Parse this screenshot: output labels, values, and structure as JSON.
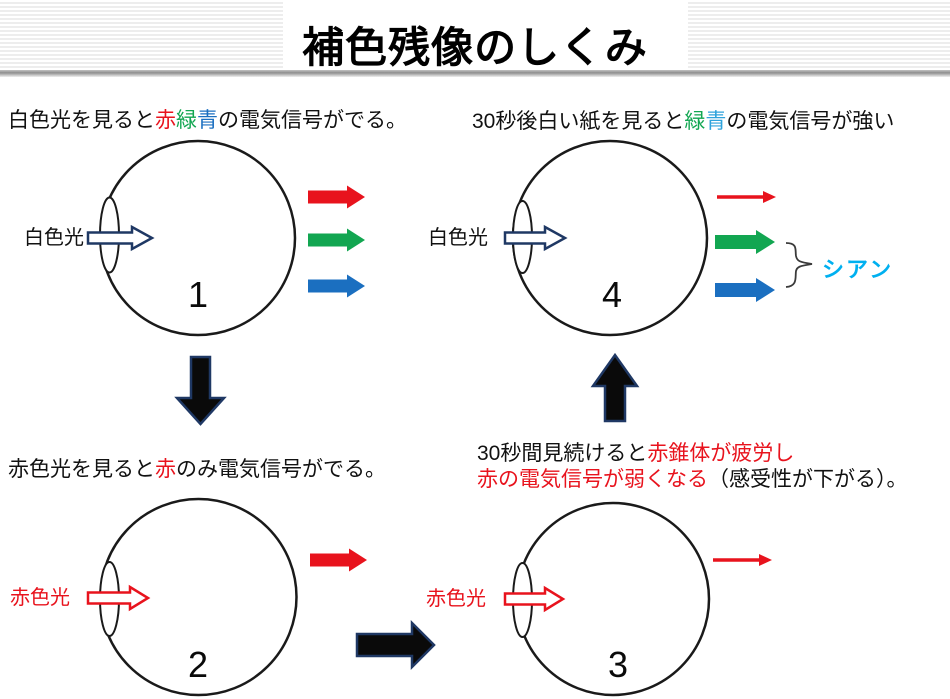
{
  "header": {
    "title": "補色残像のしくみ"
  },
  "colors": {
    "red": "#e8131d",
    "green": "#12a651",
    "blue": "#1b6fc0",
    "light_blue": "#2ea3dc",
    "cyan_label": "#00b0f0",
    "navy_outline": "#1f3864",
    "arrow_black": "#0a0a0a",
    "line_black": "#1a1a1a",
    "text_black": "#111111",
    "brace_gray": "#3a3a3a"
  },
  "panel1": {
    "caption": {
      "s0": "白色光を見ると",
      "s1": "赤",
      "s2": "緑",
      "s3": "青",
      "s4": "の電気信号がでる。"
    },
    "light_label": "白色光",
    "number": "1"
  },
  "panel2": {
    "caption": {
      "s0": "赤色光を見ると",
      "s1": "赤",
      "s2": "のみ電気信号がでる。"
    },
    "light_label": "赤色光",
    "number": "2"
  },
  "panel3": {
    "caption_line1": {
      "s0": "30秒間見続けると",
      "s1": "赤錐体が疲労し"
    },
    "caption_line2": {
      "s0": "赤の電気信号が弱くなる",
      "s1": "（感受性が下がる）。"
    },
    "light_label": "赤色光",
    "number": "3"
  },
  "panel4": {
    "caption": {
      "s0": "30秒後白い紙を見ると",
      "s1": "緑",
      "s2": "青",
      "s3": "の電気信号が強い"
    },
    "light_label": "白色光",
    "number": "4",
    "cyan_label": "シアン"
  }
}
